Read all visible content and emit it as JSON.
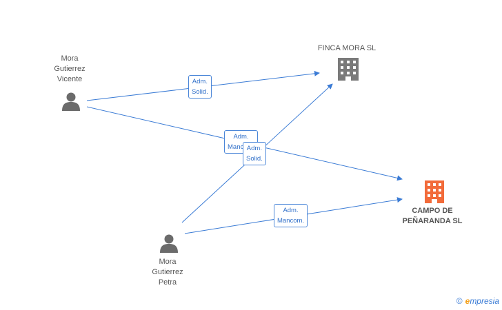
{
  "persons": [
    {
      "id": "p1",
      "name": "Mora\nGutierrez\nVicente"
    },
    {
      "id": "p2",
      "name": "Mora\nGutierrez\nPetra"
    }
  ],
  "companies": [
    {
      "id": "c1",
      "name": "FINCA MORA SL",
      "color": "#7a7a7a"
    },
    {
      "id": "c2",
      "name": "CAMPO DE\nPEÑARANDA SL",
      "color": "#f26b3a"
    }
  ],
  "relations": [
    {
      "from": "p1",
      "to": "c1",
      "label": "Adm.\nSolid."
    },
    {
      "from": "p1",
      "to": "c2",
      "label": "Adm.\nMancom."
    },
    {
      "from": "p2",
      "to": "c1",
      "label": "Adm.\nSolid."
    },
    {
      "from": "p2",
      "to": "c2",
      "label": "Adm.\nMancom."
    }
  ],
  "colors": {
    "edge": "#3a7bd5",
    "person_icon": "#6b6b6b"
  },
  "watermark": {
    "symbol": "©",
    "brand_initial": "e",
    "brand_rest": "mpresia"
  }
}
